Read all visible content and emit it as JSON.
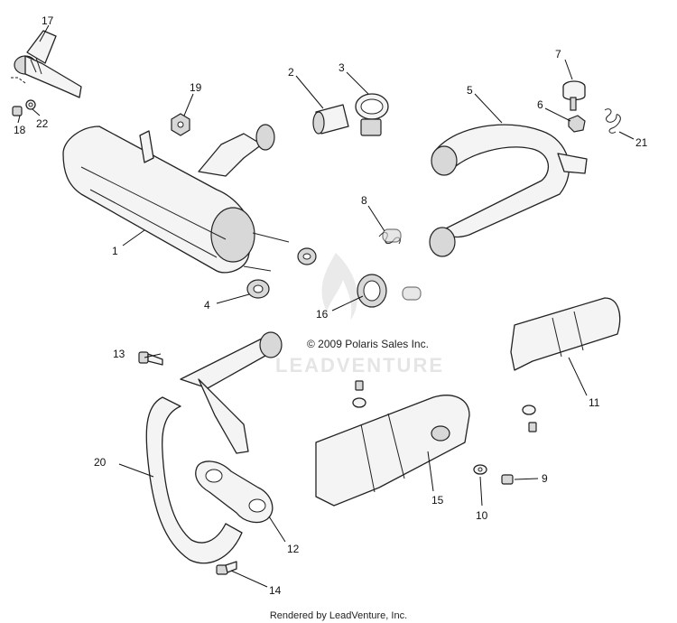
{
  "copyright": "© 2009 Polaris Sales Inc.",
  "watermark": "LEADVENTURE",
  "footer": "Rendered by LeadVenture, Inc.",
  "callouts": {
    "c1": "1",
    "c2": "2",
    "c3": "3",
    "c4": "4",
    "c5": "5",
    "c6": "6",
    "c7": "7",
    "c8": "8",
    "c9": "9",
    "c10": "10",
    "c11": "11",
    "c12": "12",
    "c13": "13",
    "c14": "14",
    "c15": "15",
    "c16": "16",
    "c17": "17",
    "c18": "18",
    "c19": "19",
    "c20": "20",
    "c21": "21",
    "c22": "22"
  }
}
